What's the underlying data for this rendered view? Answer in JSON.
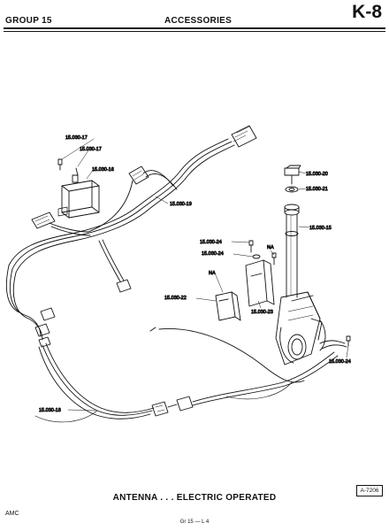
{
  "header": {
    "group": "GROUP 15",
    "title": "ACCESSORIES",
    "code": "K-8"
  },
  "callouts": {
    "c1": "15.030-17",
    "c2": "15.030-17",
    "c3": "15.030-16",
    "c4": "15.030-19",
    "c5": "15.030-20",
    "c6": "15.030-21",
    "c7": "15.030-15",
    "c8": "15.030-24",
    "c9": "15.030-24",
    "c10": "NA",
    "c11": "NA",
    "c12": "15.030-22",
    "c13": "15.030-23",
    "c14": "15.030-24",
    "c15": "15.030-18"
  },
  "caption": "ANTENNA . . . ELECTRIC OPERATED",
  "figure_ref": "A-7206",
  "footer": {
    "left": "AMC",
    "center": "Gr 15 — L 4"
  }
}
